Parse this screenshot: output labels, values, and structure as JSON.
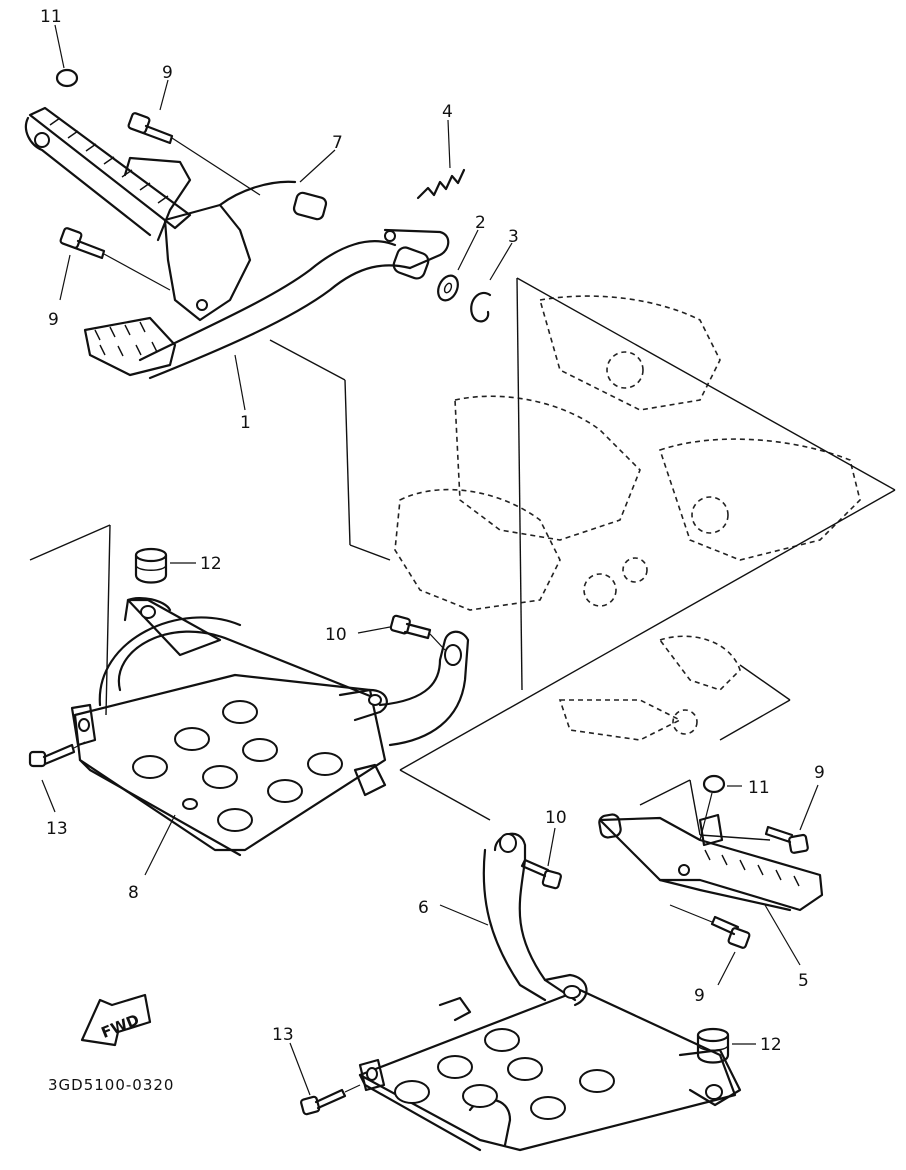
{
  "labels": {
    "part_1": "1",
    "part_2": "2",
    "part_3": "3",
    "part_4": "4",
    "part_5": "5",
    "part_6": "6",
    "part_7": "7",
    "part_8": "8",
    "part_9a": "9",
    "part_9b": "9",
    "part_9c": "9",
    "part_9d": "9",
    "part_10a": "10",
    "part_10b": "10",
    "part_11a": "11",
    "part_11b": "11",
    "part_12a": "12",
    "part_12b": "12",
    "part_13a": "13",
    "part_13b": "13"
  },
  "fwd_label": "FWD",
  "diagram_code": "3GD5100-0320"
}
